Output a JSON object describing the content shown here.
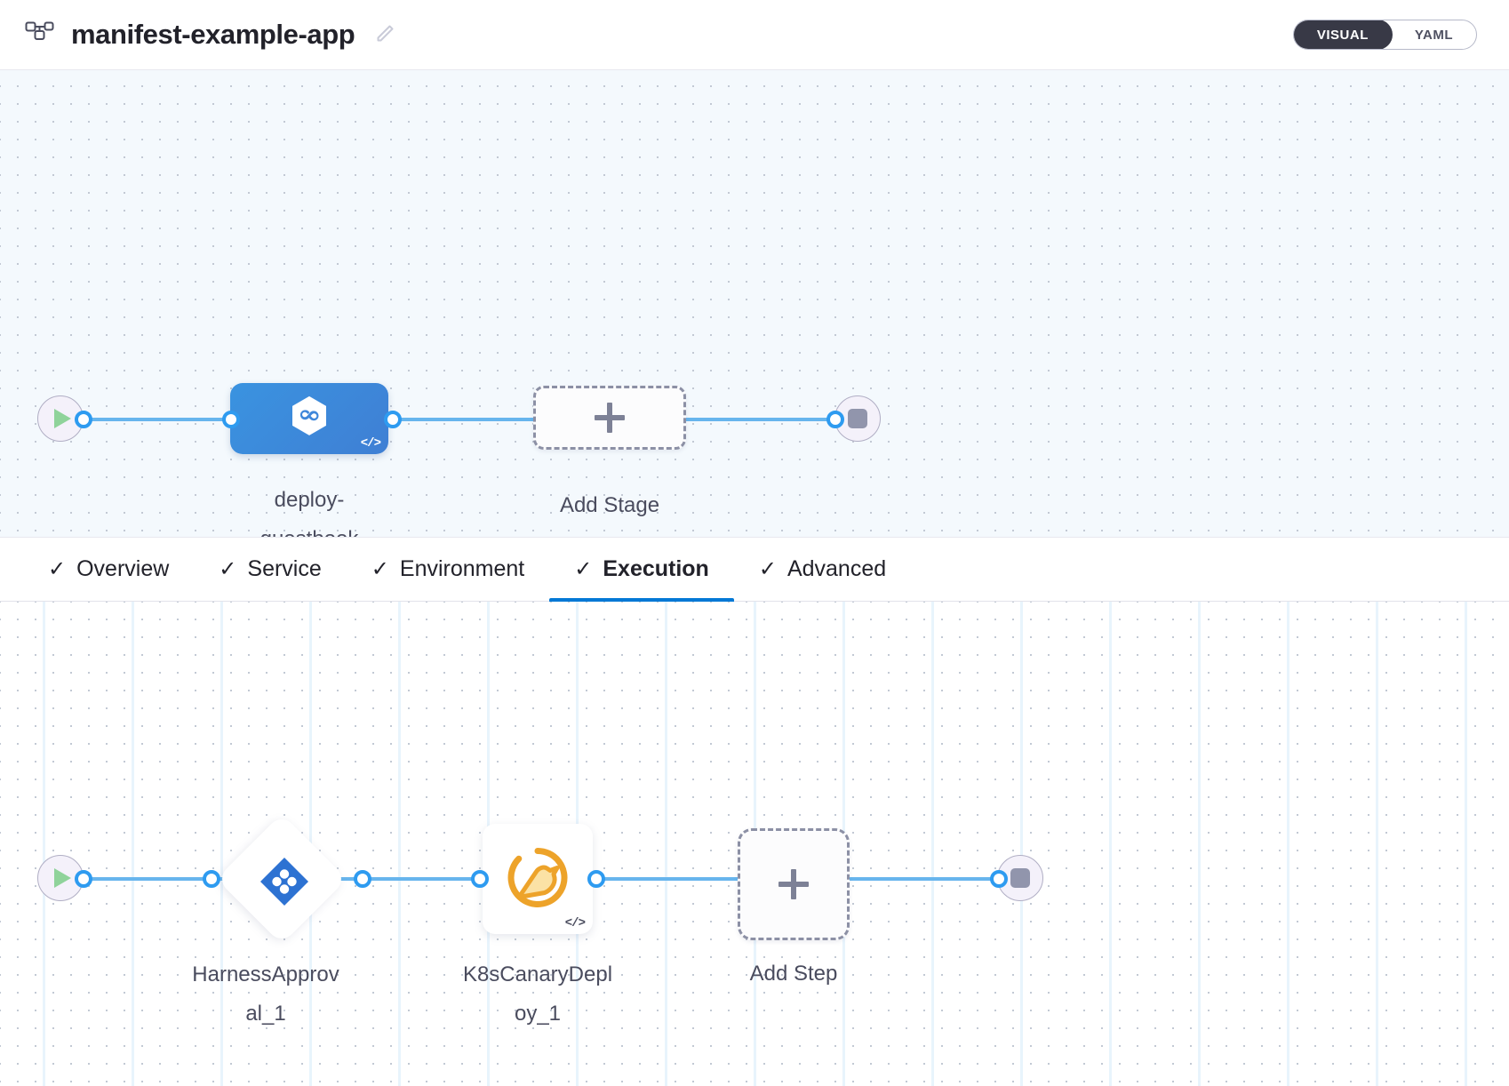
{
  "header": {
    "pipeline_icon": "pipeline-nodes-icon",
    "title": "manifest-example-app",
    "edit_icon": "pencil-edit-icon",
    "view_toggle": {
      "options": [
        {
          "label": "VISUAL",
          "active": true
        },
        {
          "label": "YAML",
          "active": false
        }
      ],
      "active_bg": "#383946",
      "border_color": "#b6b9c9"
    }
  },
  "stage_canvas": {
    "background": "#f4f9fd",
    "dot_color": "#c2c9d4",
    "start_node": {
      "name": "pipeline-start",
      "icon": "play-icon",
      "icon_color": "#8fd39a"
    },
    "end_node": {
      "name": "pipeline-end",
      "icon": "stop-icon",
      "icon_color": "#9195ac"
    },
    "stages": [
      {
        "name": "deploy-guestbook",
        "caption": "deploy-\nguestbook",
        "icon": "harness-cd-hexagon-icon",
        "code_badge": "</>",
        "color": "#3f87da"
      }
    ],
    "add_stage": {
      "caption": "Add Stage",
      "icon": "plus-icon"
    }
  },
  "tabs": {
    "items": [
      {
        "label": "Overview",
        "checked": true,
        "active": false
      },
      {
        "label": "Service",
        "checked": true,
        "active": false
      },
      {
        "label": "Environment",
        "checked": true,
        "active": false
      },
      {
        "label": "Execution",
        "checked": true,
        "active": true
      },
      {
        "label": "Advanced",
        "checked": true,
        "active": false
      }
    ],
    "check_glyph": "✓",
    "active_underline_color": "#0278d5"
  },
  "step_canvas": {
    "background": "#ffffff",
    "stripe_color": "#d6ebfa",
    "dot_color": "#c2c9d4",
    "start_node": {
      "name": "execution-start",
      "icon": "play-icon",
      "icon_color": "#8fd39a"
    },
    "end_node": {
      "name": "execution-end",
      "icon": "stop-icon",
      "icon_color": "#9195ac"
    },
    "steps": [
      {
        "name": "HarnessApproval_1",
        "caption": "HarnessApprov\nal_1",
        "shape": "diamond",
        "icon": "harness-approval-clover-icon",
        "icon_color": "#2d72d2",
        "code_badge": ""
      },
      {
        "name": "K8sCanaryDeploy_1",
        "caption": "K8sCanaryDepl\noy_1",
        "shape": "square",
        "icon": "canary-bird-icon",
        "icon_color": "#eda32a",
        "code_badge": "</>"
      }
    ],
    "add_step": {
      "caption": "Add Step",
      "icon": "plus-icon"
    }
  }
}
